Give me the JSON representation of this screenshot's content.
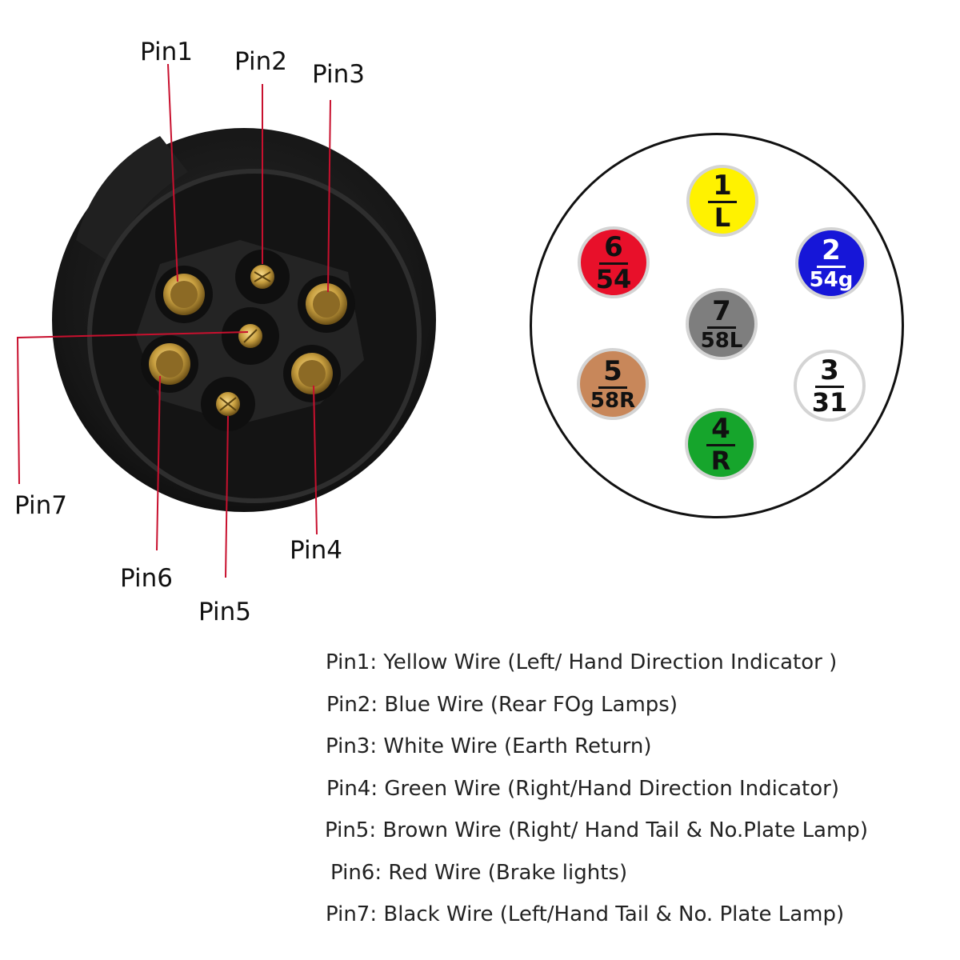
{
  "photo_labels": {
    "pin1": "Pin1",
    "pin2": "Pin2",
    "pin3": "Pin3",
    "pin4": "Pin4",
    "pin5": "Pin5",
    "pin6": "Pin6",
    "pin7": "Pin7"
  },
  "badges": [
    {
      "num": "1",
      "code": "L",
      "color": "#fff200"
    },
    {
      "num": "2",
      "code": "54g",
      "color": "#1616d8"
    },
    {
      "num": "3",
      "code": "31",
      "color": "#ffffff"
    },
    {
      "num": "4",
      "code": "R",
      "color": "#16a52c"
    },
    {
      "num": "5",
      "code": "58R",
      "color": "#c8875a"
    },
    {
      "num": "6",
      "code": "54",
      "color": "#e8102a"
    },
    {
      "num": "7",
      "code": "58L",
      "color": "#7e7e7e"
    }
  ],
  "legend": [
    "Pin1: Yellow Wire (Left/ Hand Direction Indicator )",
    "Pin2: Blue Wire (Rear FOg Lamps)",
    "Pin3: White Wire (Earth Return)",
    "Pin4: Green Wire (Right/Hand Direction Indicator)",
    "Pin5: Brown Wire (Right/ Hand Tail & No.Plate Lamp)",
    "Pin6: Red Wire (Brake lights)",
    "Pin7: Black Wire (Left/Hand Tail & No. Plate Lamp)"
  ],
  "colors": {
    "callout_line": "#c8102e",
    "socket_body": "#1a1a1a",
    "brass": "#c9a040"
  }
}
